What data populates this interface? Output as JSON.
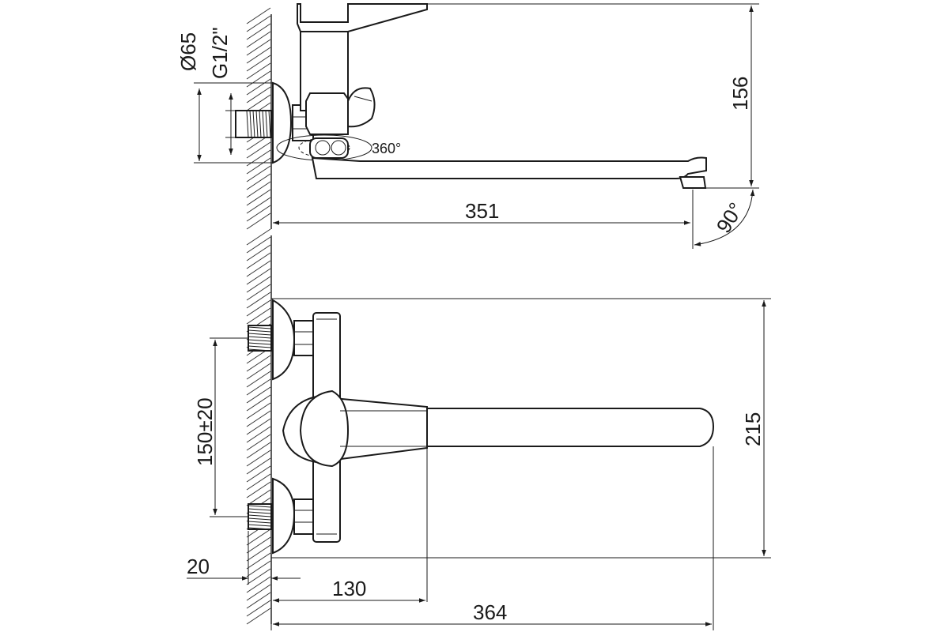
{
  "drawing": {
    "top_view": {
      "diameter_label": "Ø65",
      "thread_label": "G1/2\"",
      "rotation_label": "360°",
      "height_label": "156",
      "reach_label": "351",
      "angle_label": "90°"
    },
    "front_view": {
      "spacing_label": "150±20",
      "height_label": "215",
      "wall_offset_label": "20",
      "body_offset_label": "130",
      "total_length_label": "364"
    }
  }
}
